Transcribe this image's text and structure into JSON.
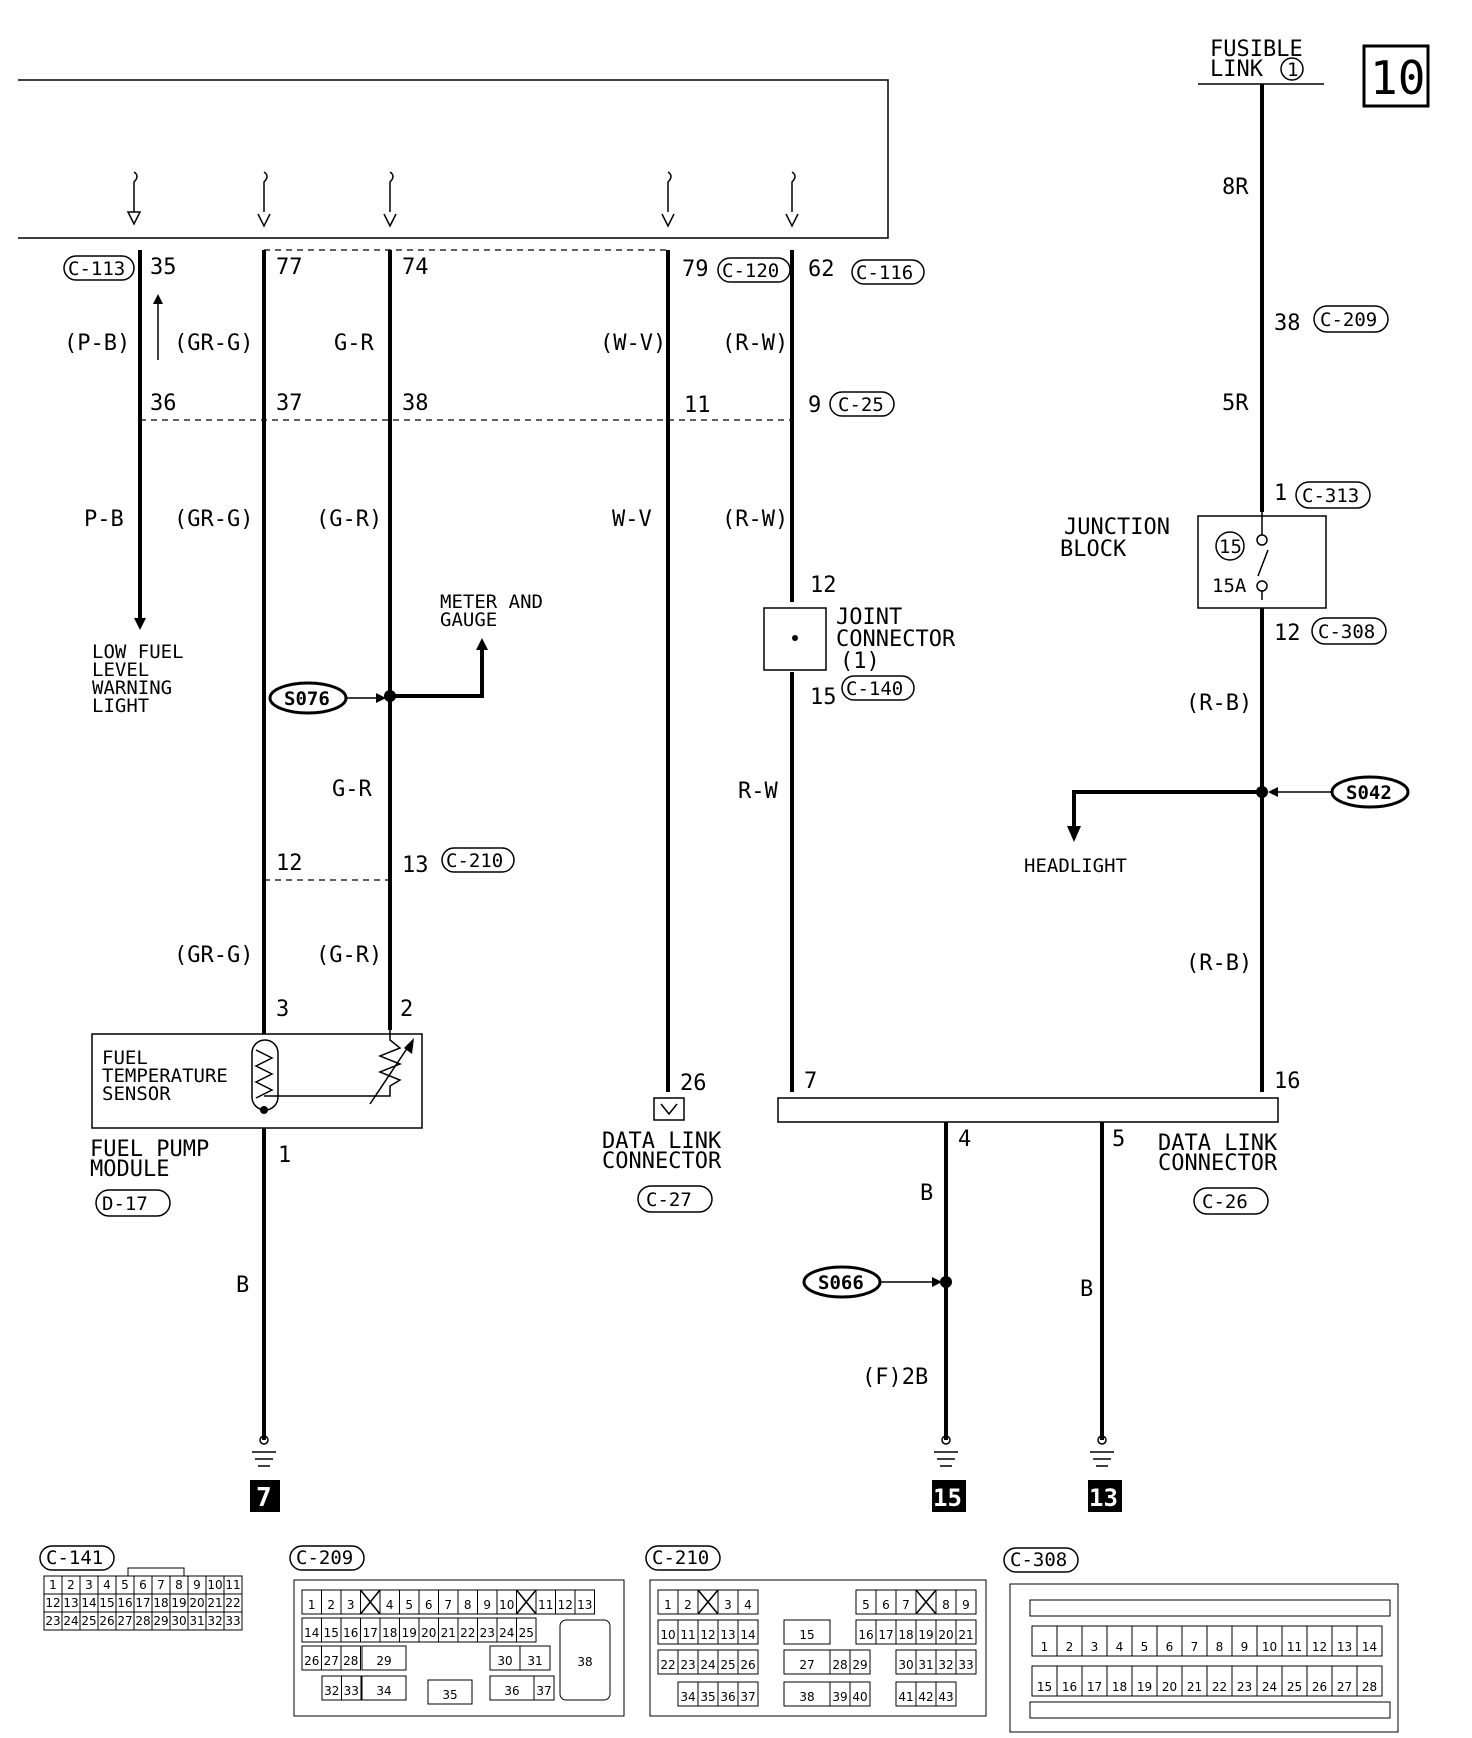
{
  "page_number": "10",
  "fusible_link": {
    "title": "FUSIBLE",
    "title2": "LINK",
    "number": "1"
  },
  "wire_colors": {
    "pb_top": "(P-B)",
    "grg_top": "(GR-G)",
    "gr_top": "G-R",
    "wv_top": "(W-V)",
    "rw_top": "(R-W)",
    "pb_mid": "P-B",
    "grg_mid": "(GR-G)",
    "gr_mid": "(G-R)",
    "wv_mid": "W-V",
    "rw_mid": "(R-W)",
    "gr_lower": "G-R",
    "rw_lower": "R-W",
    "grg_bot": "(GR-G)",
    "gr_bot": "(G-R)",
    "b_left": "B",
    "b_mid": "B",
    "b_right": "B",
    "f2b": "(F)2B",
    "r8": "8R",
    "r5": "5R",
    "rb_upper": "(R-B)",
    "rb_lower": "(R-B)"
  },
  "pins": {
    "p35": "35",
    "p77": "77",
    "p74": "74",
    "p79": "79",
    "p62": "62",
    "p36": "36",
    "p37": "37",
    "p38": "38",
    "p11": "11",
    "p9": "9",
    "p12a": "12",
    "p13": "13",
    "p3": "3",
    "p2": "2",
    "p1": "1",
    "p26": "26",
    "p12b": "12",
    "p15": "15",
    "p7": "7",
    "p16": "16",
    "p4": "4",
    "p5": "5",
    "p38b": "38",
    "p1b": "1",
    "p12c": "12"
  },
  "connectors": {
    "c113": "C-113",
    "c120": "C-120",
    "c116": "C-116",
    "c25": "C-25",
    "c210": "C-210",
    "c140": "C-140",
    "d17": "D-17",
    "c27": "C-27",
    "c26": "C-26",
    "c209": "C-209",
    "c313": "C-313",
    "c308": "C-308"
  },
  "splices": {
    "s076": "S076",
    "s042": "S042",
    "s066": "S066"
  },
  "components": {
    "low_fuel": [
      "LOW FUEL",
      "LEVEL",
      "WARNING",
      "LIGHT"
    ],
    "meter": [
      "METER AND",
      "GAUGE"
    ],
    "joint": [
      "JOINT",
      "CONNECTOR",
      "(1)"
    ],
    "junction": [
      "JUNCTION",
      "BLOCK"
    ],
    "fuse_num": "15",
    "fuse_rating": "15A",
    "fuel_temp": [
      "FUEL",
      "TEMPERATURE",
      "SENSOR"
    ],
    "fuel_pump": [
      "FUEL PUMP",
      "MODULE"
    ],
    "dlc_left": [
      "DATA LINK",
      "CONNECTOR"
    ],
    "dlc_right": [
      "DATA LINK",
      "CONNECTOR"
    ],
    "headlight": "HEADLIGHT"
  },
  "grounds": {
    "g7": "7",
    "g15": "15",
    "g13": "13"
  },
  "connector_views": {
    "c141": {
      "label": "C-141",
      "rows": [
        [
          "1",
          "2",
          "3",
          "4",
          "5",
          "6",
          "7",
          "8",
          "9",
          "10",
          "11"
        ],
        [
          "12",
          "13",
          "14",
          "15",
          "16",
          "17",
          "18",
          "19",
          "20",
          "21",
          "22"
        ],
        [
          "23",
          "24",
          "25",
          "26",
          "27",
          "28",
          "29",
          "30",
          "31",
          "32",
          "33"
        ]
      ]
    },
    "c209": {
      "label": "C-209",
      "row1": [
        "1",
        "2",
        "3",
        "",
        "4",
        "5",
        "6",
        "7",
        "8",
        "9",
        "10",
        "",
        "11",
        "12",
        "13"
      ],
      "row2": [
        "14",
        "15",
        "16",
        "17",
        "18",
        "19",
        "20",
        "21",
        "22",
        "23",
        "24",
        "25"
      ],
      "row3": [
        "26",
        "27",
        "28",
        "29",
        "30",
        "31"
      ],
      "row4": [
        "32",
        "33",
        "34",
        "35",
        "36",
        "37"
      ],
      "side": "38"
    },
    "c210": {
      "label": "C-210",
      "row1": [
        "1",
        "2",
        "",
        "3",
        "4",
        "5",
        "6",
        "7",
        "",
        "8",
        "9"
      ],
      "row2": [
        "10",
        "11",
        "12",
        "13",
        "14",
        "15",
        "16",
        "17",
        "18",
        "19",
        "20",
        "21"
      ],
      "row3": [
        "22",
        "23",
        "24",
        "25",
        "26",
        "27",
        "28",
        "29",
        "30",
        "31",
        "32",
        "33"
      ],
      "row4": [
        "34",
        "35",
        "36",
        "37",
        "38",
        "39",
        "40",
        "41",
        "42",
        "43"
      ]
    },
    "c308": {
      "label": "C-308",
      "row1": [
        "1",
        "2",
        "3",
        "4",
        "5",
        "6",
        "7",
        "8",
        "9",
        "10",
        "11",
        "12",
        "13",
        "14"
      ],
      "row2": [
        "15",
        "16",
        "17",
        "18",
        "19",
        "20",
        "21",
        "22",
        "23",
        "24",
        "25",
        "26",
        "27",
        "28"
      ]
    }
  }
}
